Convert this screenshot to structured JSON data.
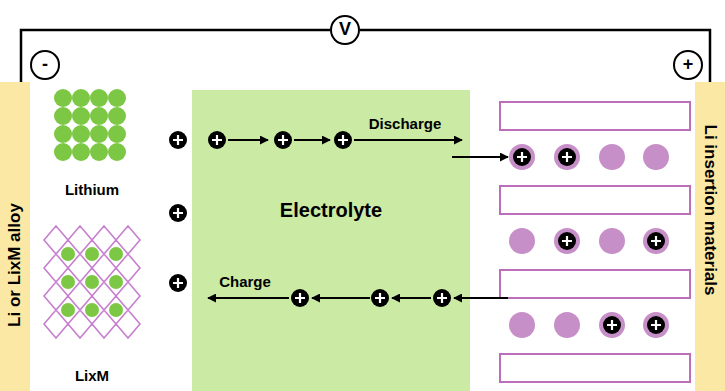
{
  "diagram": {
    "nodes": [
      {
        "text": [
          "-"
        ]
      },
      {
        "text": [
          "V"
        ]
      },
      {
        "text": [
          "+"
        ]
      },
      {
        "text": [
          "Li or LixM alloy"
        ]
      },
      {
        "text": [
          "Electrolyte"
        ]
      },
      {
        "text": [
          "Li insertion materials"
        ]
      }
    ],
    "edges": [
      {
        "from": 3,
        "to": 1,
        "arrow": "none"
      },
      {
        "from": 1,
        "to": 5,
        "arrow": "none"
      }
    ],
    "labels": [
      "Lithium",
      "Discharge",
      "Charge",
      "LixM"
    ]
  }
}
